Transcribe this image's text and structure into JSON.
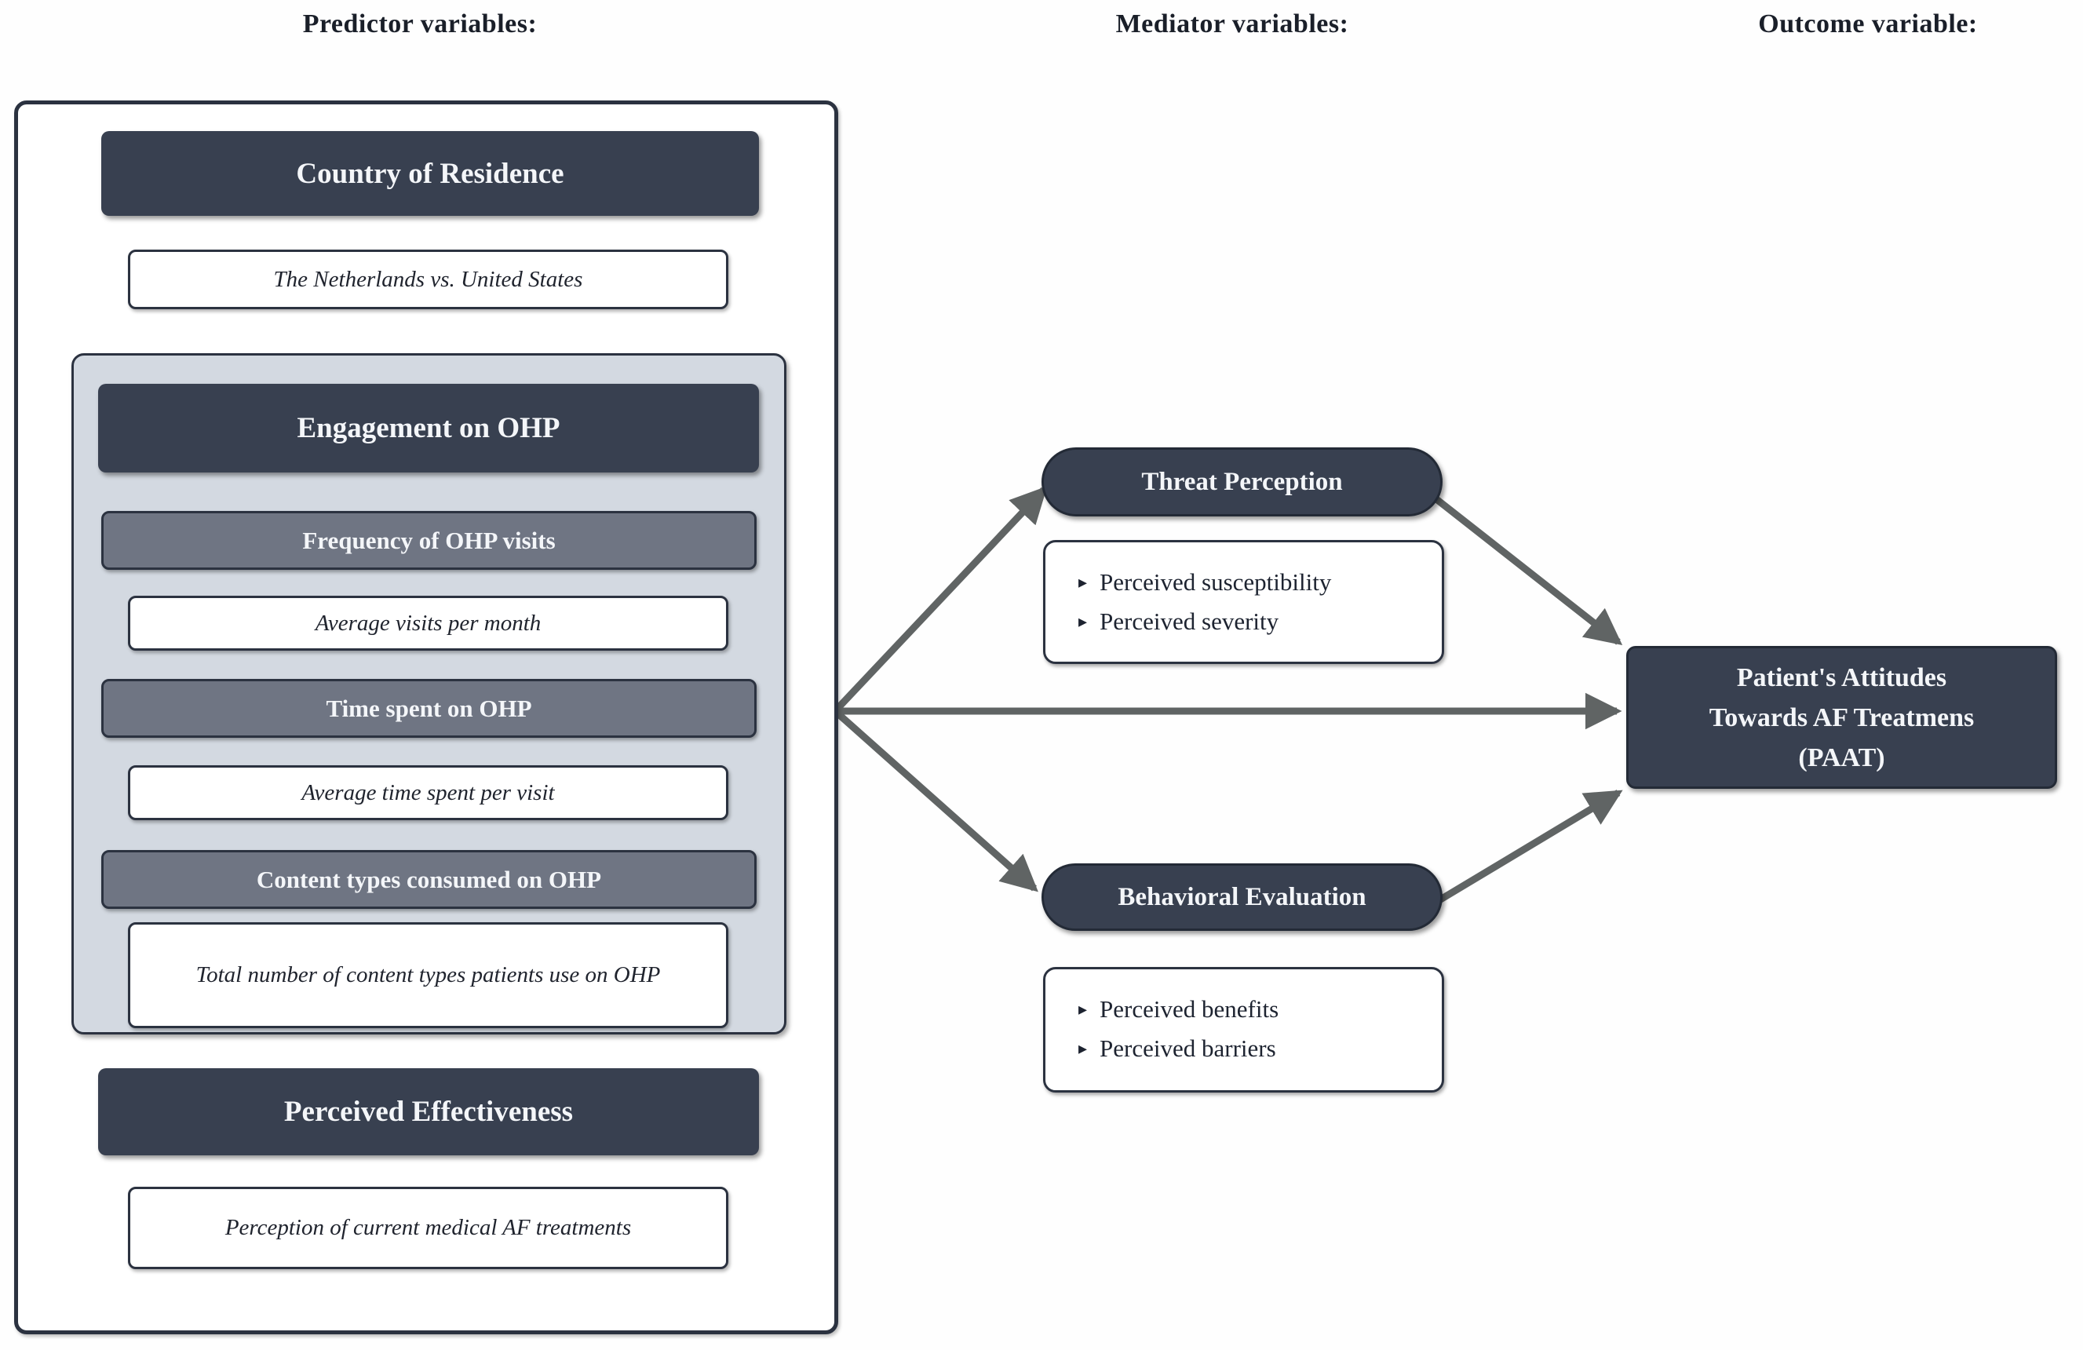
{
  "headers": {
    "predictor": "Predictor variables:",
    "mediator": "Mediator variables:",
    "outcome": "Outcome variable:"
  },
  "predictor_panel": {
    "country": {
      "title": "Country of Residence",
      "value": "The Netherlands vs. United States"
    },
    "engagement": {
      "title": "Engagement on OHP",
      "items": [
        {
          "label": "Frequency of OHP visits",
          "value": "Average visits per month"
        },
        {
          "label": "Time spent on OHP",
          "value": "Average time spent per visit"
        },
        {
          "label": "Content types consumed on OHP",
          "value": "Total number of content types patients use on OHP"
        }
      ]
    },
    "effectiveness": {
      "title": "Perceived Effectiveness",
      "value": "Perception of current medical AF treatments"
    }
  },
  "mediators": [
    {
      "title": "Threat Perception",
      "bullets": [
        "Perceived susceptibility",
        "Perceived severity"
      ]
    },
    {
      "title": "Behavioral Evaluation",
      "bullets": [
        "Perceived benefits",
        "Perceived barriers"
      ]
    }
  ],
  "outcome": {
    "lines": [
      "Patient's Attitudes",
      "Towards AF Treatmens",
      "(PAAT)"
    ]
  },
  "glyphs": {
    "bullet": "▸"
  },
  "colors": {
    "dark": "#384050",
    "gray": "#6f7583",
    "light_panel": "#d3d9e1",
    "border": "#2b3240",
    "arrow": "#606464",
    "text_dark": "#1c212b"
  }
}
